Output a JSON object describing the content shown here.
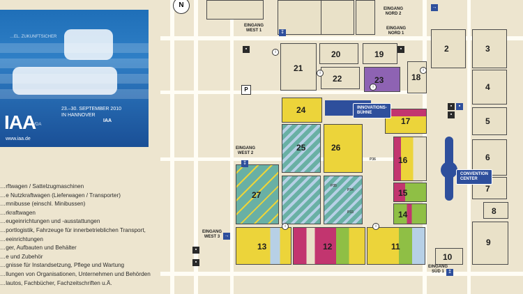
{
  "brand": {
    "slogan": "…EL. ZUKUNFTSICHER",
    "title": "IAA",
    "date": "23.–30. SEPTEMBER 2010\nIN HANNOVER",
    "sub": "VDA",
    "vda": "IAA",
    "web": "www.iaa.de",
    "colors": {
      "primary": "#1f6fb8",
      "dark": "#1a4f96"
    }
  },
  "legend": {
    "items": [
      "…rftwagen / Sattelzugmaschinen",
      "…e Nutzkraftwagen (Lieferwagen / Transporter)",
      "…mnibusse (einschl. Minibussen)",
      "…rkraftwagen",
      "…eugeinrichtungen und -ausstattungen",
      "…portlogistik, Fahrzeuge für innerbetrieblichen Transport,",
      "…eeinrichtungen",
      "…ger, Aufbauten und Behälter",
      "…e und Zubehör",
      "…gnisse für Instandsetzung, Pflege und Wartung",
      "…llungen von Organisationen, Unternehmen und Behörden",
      "…lautos, Fachbücher, Fachzeitschriften u.Ä."
    ]
  },
  "map": {
    "compass": "N",
    "halls": [
      "2",
      "3",
      "4",
      "5",
      "6",
      "7",
      "8",
      "9",
      "10",
      "11",
      "12",
      "13",
      "14",
      "15",
      "16",
      "17",
      "18",
      "19",
      "20",
      "21",
      "22",
      "23",
      "24",
      "25",
      "26",
      "27"
    ],
    "labels": {
      "innovation": "INNOVATIONS-\nBÜHNE",
      "convention": "CONVENTION\nCENTER",
      "p35": "P35",
      "p34": "P34",
      "p33": "P33",
      "p36": "P36",
      "p": "P"
    },
    "entrances": {
      "west1": "EINGANG\nWEST 1",
      "west2": "EINGANG\nWEST 2",
      "west3": "EINGANG\nWEST 3",
      "nord1": "EINGANG\nNORD 1",
      "nord2": "EINGANG\nNORD 2",
      "sued1": "EINGANG\nSÜD 1"
    },
    "colors": {
      "yellow": "#ecd43a",
      "teal": "#69b0a4",
      "green": "#8fbf45",
      "magenta": "#c2356f",
      "purple": "#8e63b3",
      "blue": "#2e4f9c",
      "orange": "#e28b2b",
      "lightblue": "#b7d0e6"
    }
  }
}
